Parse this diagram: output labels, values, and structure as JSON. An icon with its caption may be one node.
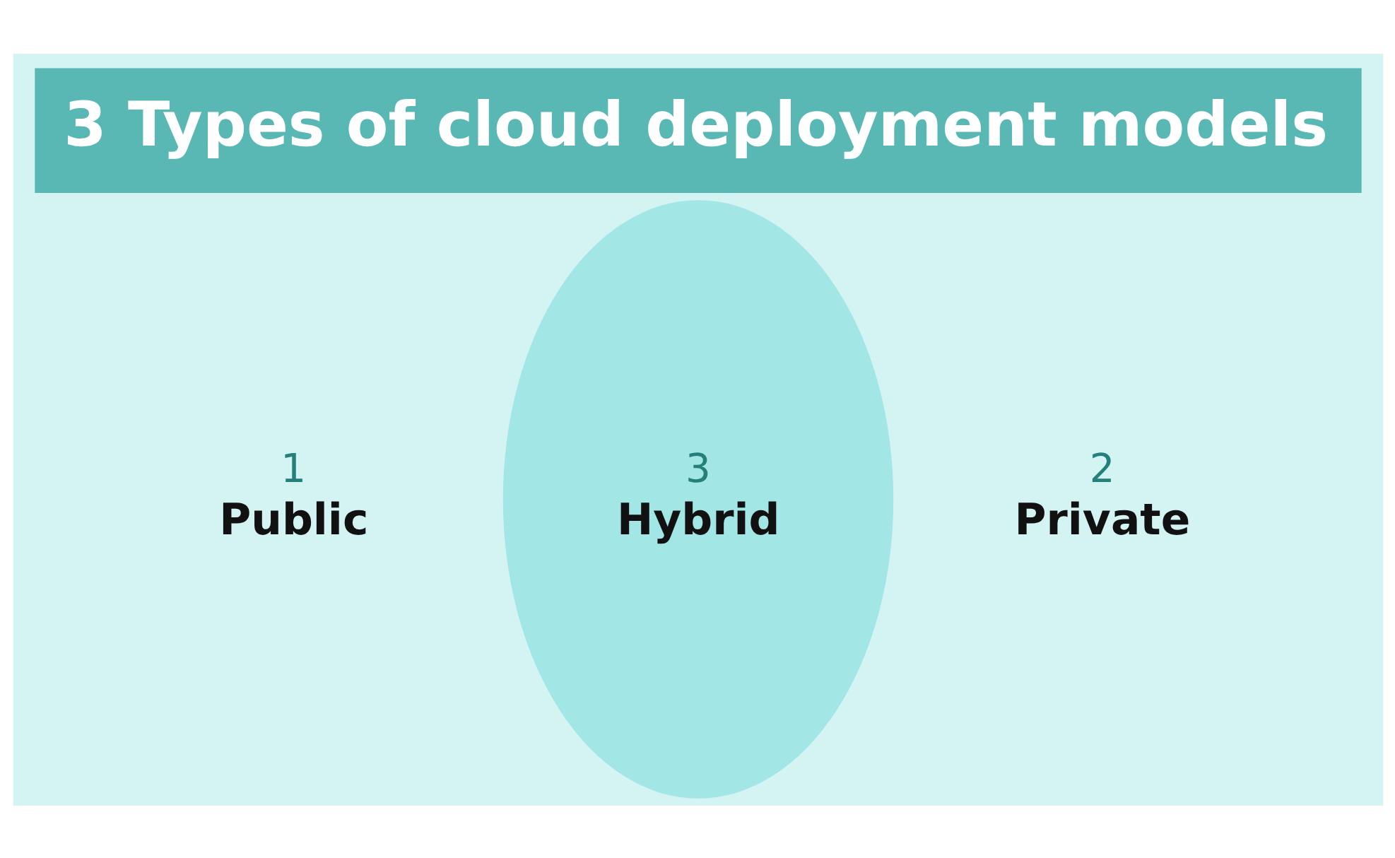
{
  "diagram": {
    "title": "3 Types of cloud deployment models",
    "nodes": [
      {
        "text": [
          "1",
          "Public"
        ]
      },
      {
        "text": [
          "3",
          "Hybrid"
        ]
      },
      {
        "text": [
          "2",
          "Private"
        ]
      }
    ]
  }
}
